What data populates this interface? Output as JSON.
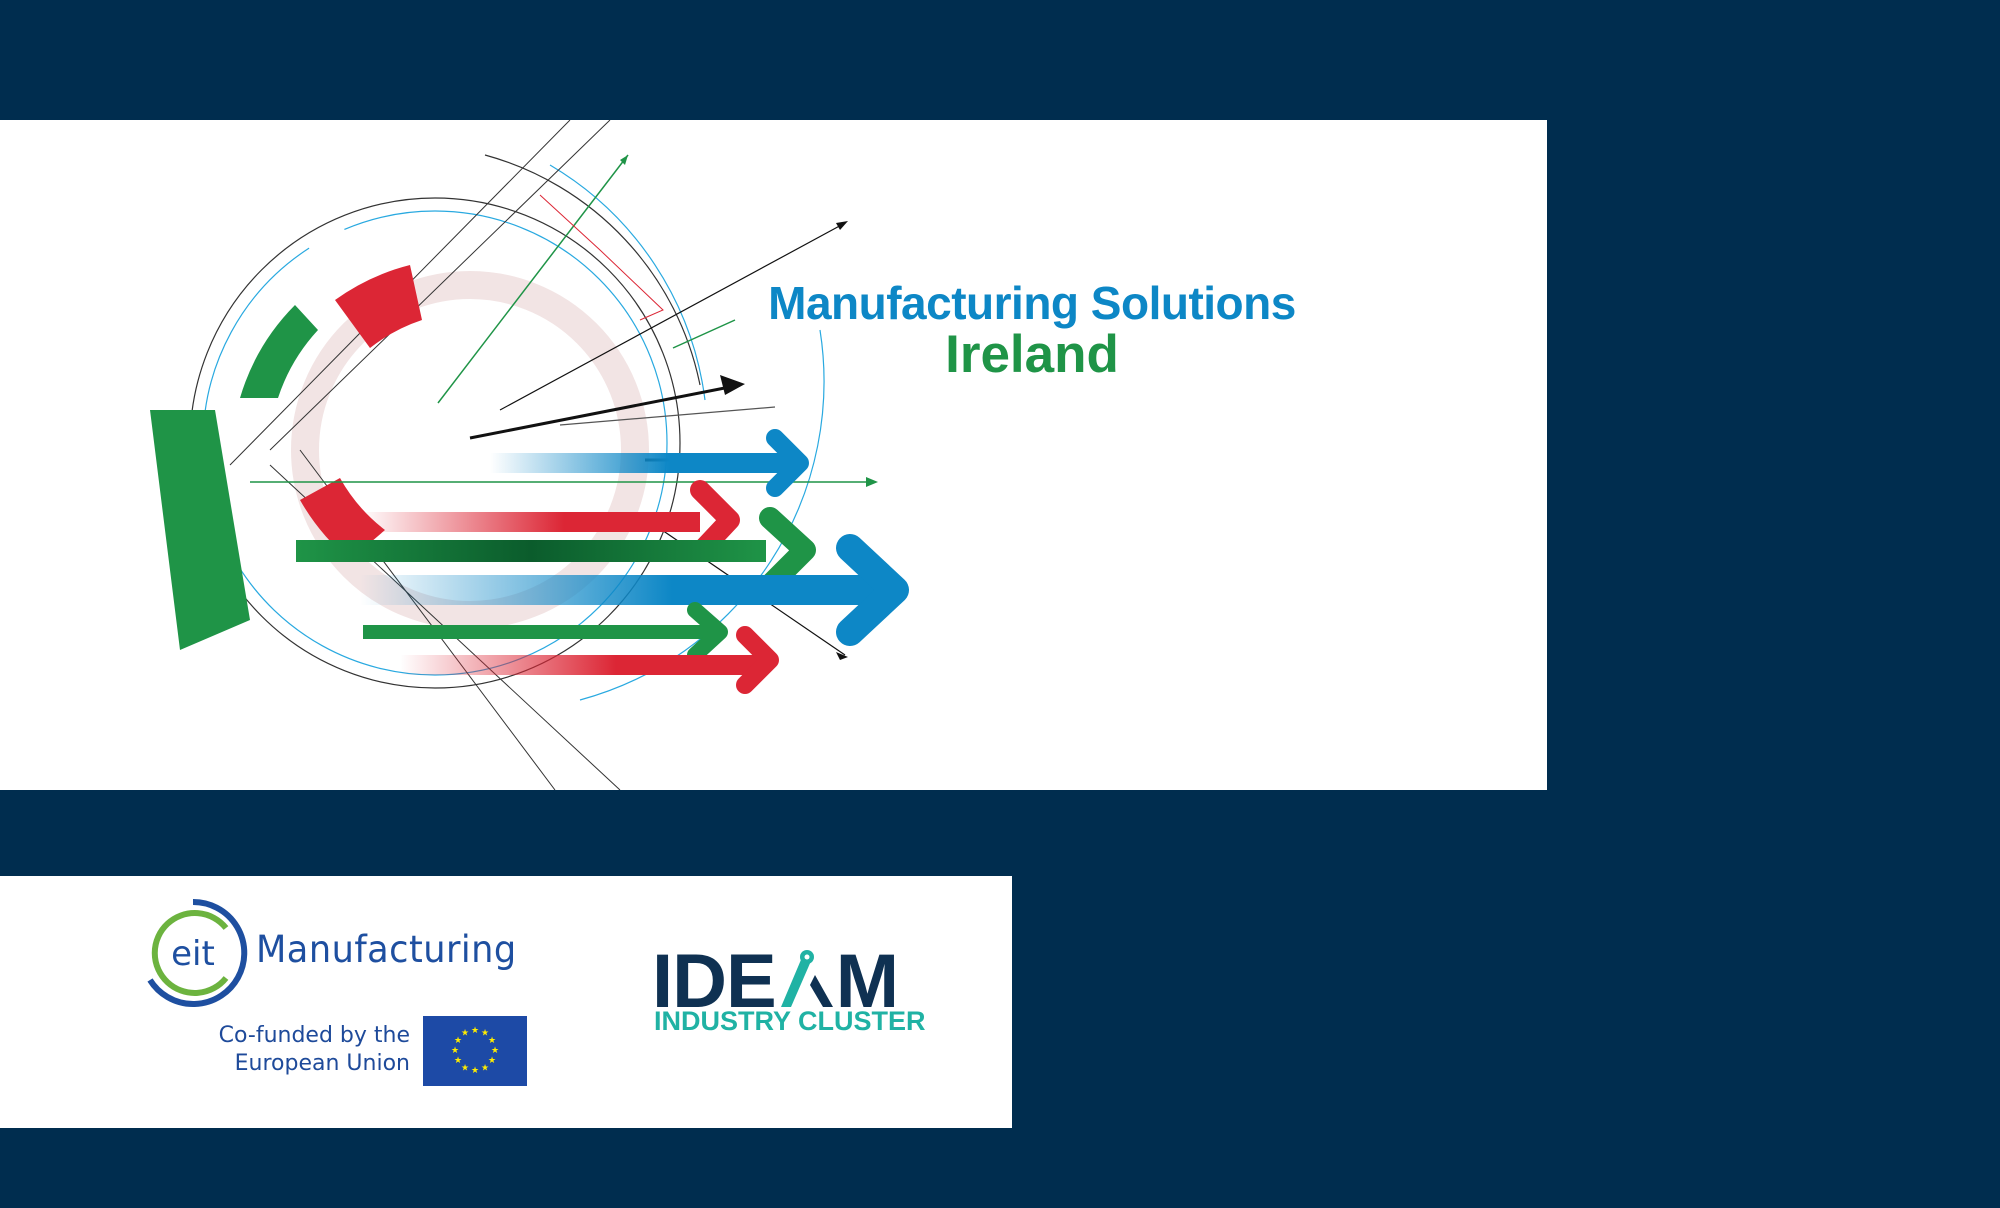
{
  "banner": {
    "title_line1": "Manufacturing Solutions",
    "title_line2": "Ireland",
    "colors": {
      "background": "#ffffff",
      "title_blue": "#0d87c6",
      "title_green": "#1f9447",
      "accent_red": "#dc2635",
      "accent_green": "#1f9447",
      "accent_blue": "#0d87c6"
    },
    "graphic": "circular-arrows-graphic"
  },
  "logos": {
    "eit": {
      "mark_text": "eit",
      "wordmark": "Manufacturing",
      "colors": {
        "blue": "#1e4fa0",
        "green": "#6cb33f"
      }
    },
    "eu": {
      "text_line1": "Co-funded by the",
      "text_line2": "European Union",
      "flag_color": "#1d4aa6",
      "star_color": "#ffed00"
    },
    "ideam": {
      "word_pre": "IDE",
      "word_post": "M",
      "subtitle": "INDUSTRY CLUSTER",
      "colors": {
        "navy": "#0f3152",
        "teal": "#20b2a4"
      }
    }
  },
  "page": {
    "background": "#002d4f"
  }
}
